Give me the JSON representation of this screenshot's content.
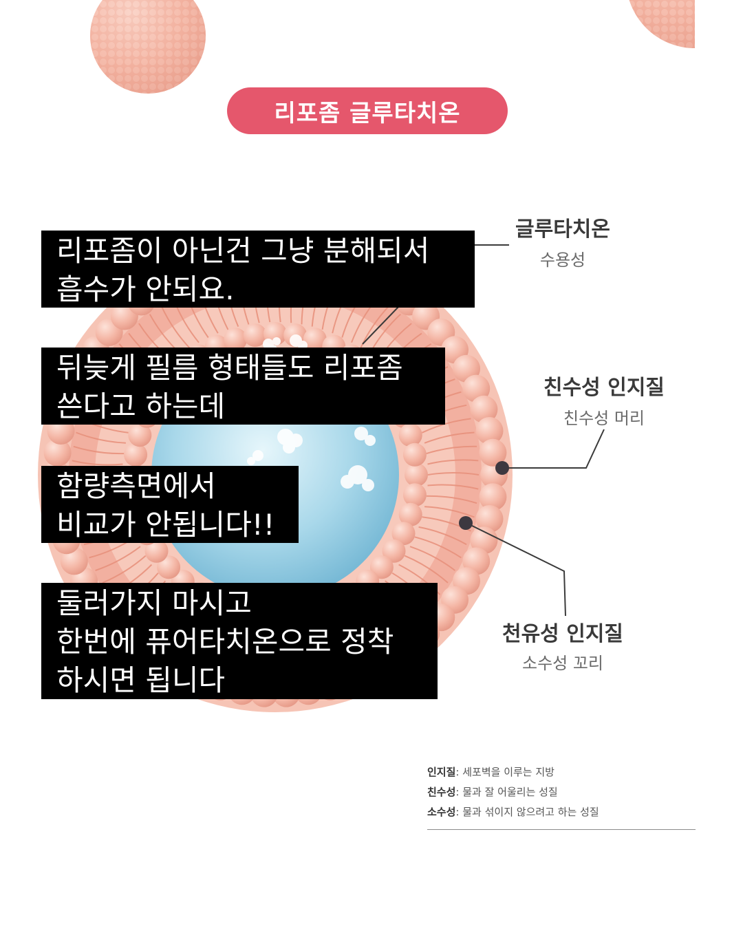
{
  "header": {
    "pill_label": "리포좀 글루타치온"
  },
  "captions": [
    "리포좀이 아닌건 그냥 분해되서\n흡수가 안되요.",
    "뒤늦게 필름 형태들도 리포좀\n쓴다고 하는데",
    "함량측면에서\n비교가 안됩니다!!",
    "둘러가지 마시고\n한번에 퓨어타치온으로 정착\n하시면 됩니다"
  ],
  "labels": {
    "glutathione": {
      "title": "글루타치온",
      "sub": "수용성"
    },
    "hydrophilic": {
      "title": "친수성 인지질",
      "sub": "친수성 머리"
    },
    "lipophilic": {
      "title": "천유성 인지질",
      "sub": "소수성 꼬리"
    }
  },
  "glossary": [
    {
      "term": "인지질",
      "def": ": 세포벽을 이루는 지방"
    },
    {
      "term": "친수성",
      "def": ": 물과 잘 어울리는 성질"
    },
    {
      "term": "소수성",
      "def": ": 물과 섞이지 않으려고 하는 성질"
    }
  ],
  "colors": {
    "pill": "#e5576c",
    "sphere": "#f3b5a5",
    "core": "#a9d8ea",
    "leader_line": "#3a3a3a"
  }
}
